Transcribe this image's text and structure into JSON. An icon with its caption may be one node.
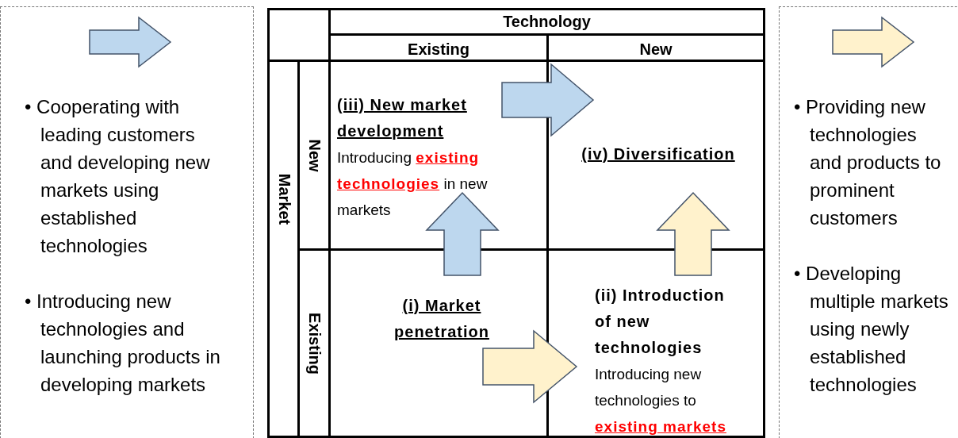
{
  "diagram": {
    "nodes": [
      {
        "text": [
          "• Cooperating with leading customers and developing new markets using established technologies",
          "• Introducing new technologies and launching products in developing markets"
        ]
      },
      {
        "text": [
          "(iii) New market development",
          "Introducing **existing technologies** in new markets"
        ]
      },
      {
        "text": [
          "(iv) Diversification"
        ]
      },
      {
        "text": [
          "(i) Market penetration"
        ]
      },
      {
        "text": [
          "(ii) Introduction of new technologies",
          "Introducing new technologies to **existing markets**"
        ]
      },
      {
        "text": [
          "• Providing new technologies and products to prominent customers",
          "• Developing multiple markets using newly established technologies"
        ]
      }
    ],
    "edges": [
      {
        "from": 3,
        "to": 1,
        "arrow": "to",
        "color": "#bdd7ee"
      },
      {
        "from": 3,
        "to": 4,
        "arrow": "to",
        "color": "#fff2cc"
      },
      {
        "from": 1,
        "to": 2,
        "arrow": "to",
        "color": "#bdd7ee"
      },
      {
        "from": 4,
        "to": 2,
        "arrow": "to",
        "color": "#fff2cc"
      }
    ],
    "labels": [
      "Technology",
      "Existing",
      "New",
      "Market",
      "New",
      "Existing"
    ]
  }
}
